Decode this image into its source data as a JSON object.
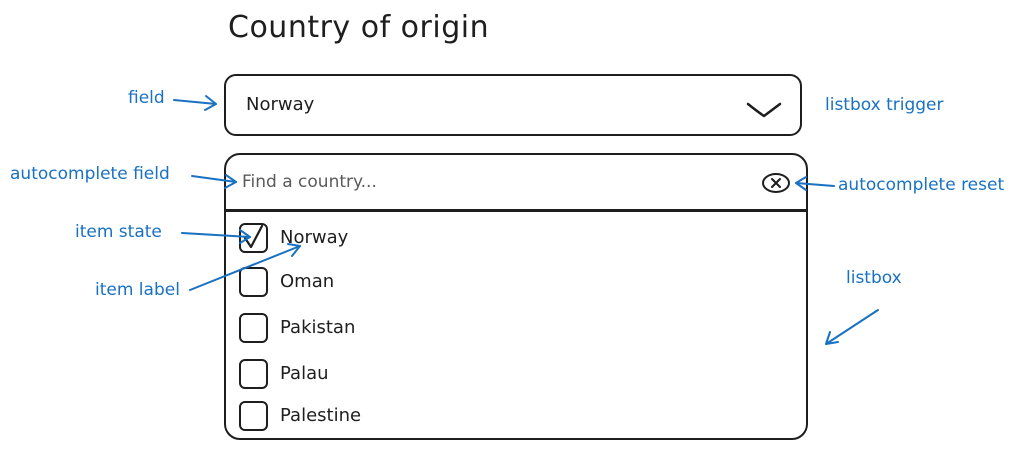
{
  "page_title": "Country of origin",
  "field": {
    "value": "Norway"
  },
  "autocomplete": {
    "placeholder": "Find a country..."
  },
  "items": [
    {
      "label": "Norway",
      "checked": true
    },
    {
      "label": "Oman",
      "checked": false
    },
    {
      "label": "Pakistan",
      "checked": false
    },
    {
      "label": "Palau",
      "checked": false
    },
    {
      "label": "Palestine",
      "checked": false
    }
  ],
  "annotations": {
    "field": "field",
    "listbox_trigger": "listbox trigger",
    "autocomplete_field": "autocomplete field",
    "autocomplete_reset": "autocomplete reset",
    "item_state": "item state",
    "item_label": "item label",
    "listbox": "listbox"
  },
  "colors": {
    "annotation": "#1971c2",
    "stroke": "#1e1e1e"
  },
  "icons": {
    "trigger": "chevron-down-icon",
    "reset": "close-circle-icon",
    "state": "checkbox-icon"
  }
}
